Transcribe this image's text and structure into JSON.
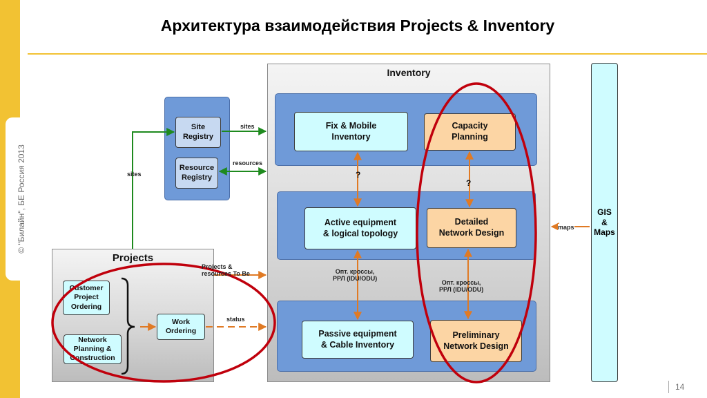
{
  "slide": {
    "title": "Архитектура взаимодействия Projects & Inventory",
    "copyright": "© \"Билайн\", БЕ Россия 2013",
    "page_number": "14"
  },
  "diagram": {
    "inventory": {
      "title": "Inventory",
      "fix_mobile": [
        "Fix & Mobile",
        "Inventory"
      ],
      "capacity": [
        "Capacity",
        "Planning"
      ],
      "active": [
        "Active equipment",
        "& logical topology"
      ],
      "detailed": [
        "Detailed",
        "Network Design"
      ],
      "passive": [
        "Passive equipment",
        "& Cable Inventory"
      ],
      "preliminary": [
        "Preliminary",
        "Network Design"
      ]
    },
    "registry": {
      "site": [
        "Site",
        "Registry"
      ],
      "resource": [
        "Resource",
        "Registry"
      ]
    },
    "projects": {
      "title": "Projects",
      "customer": [
        "Customer",
        "Project",
        "Ordering"
      ],
      "network_planning": [
        "Network",
        "Planning &",
        "Construction"
      ],
      "work_ordering": [
        "Work",
        "Ordering"
      ]
    },
    "gis": [
      "GIS",
      "&",
      "Maps"
    ],
    "labels": {
      "sites_top": "sites",
      "sites_left": "sites",
      "resources": "resources",
      "projects_resources": [
        "Projects &",
        "resources To Be"
      ],
      "status": "status",
      "maps": "maps",
      "opt_left": [
        "Опт. кроссы,",
        "РРЛ (IDU/ODU)"
      ],
      "opt_right": [
        "Опт. кроссы,",
        "РРЛ (IDU/ODU)"
      ],
      "q_left": "?",
      "q_right": "?"
    },
    "colors": {
      "band": "#6f9ad8",
      "cyan_box": "#cffcff",
      "peach_box": "#fcd5a4",
      "green_arrow": "#1e8a1e",
      "orange_arrow": "#e07a24",
      "highlight": "#c0000c",
      "accent": "#f2c233"
    }
  }
}
